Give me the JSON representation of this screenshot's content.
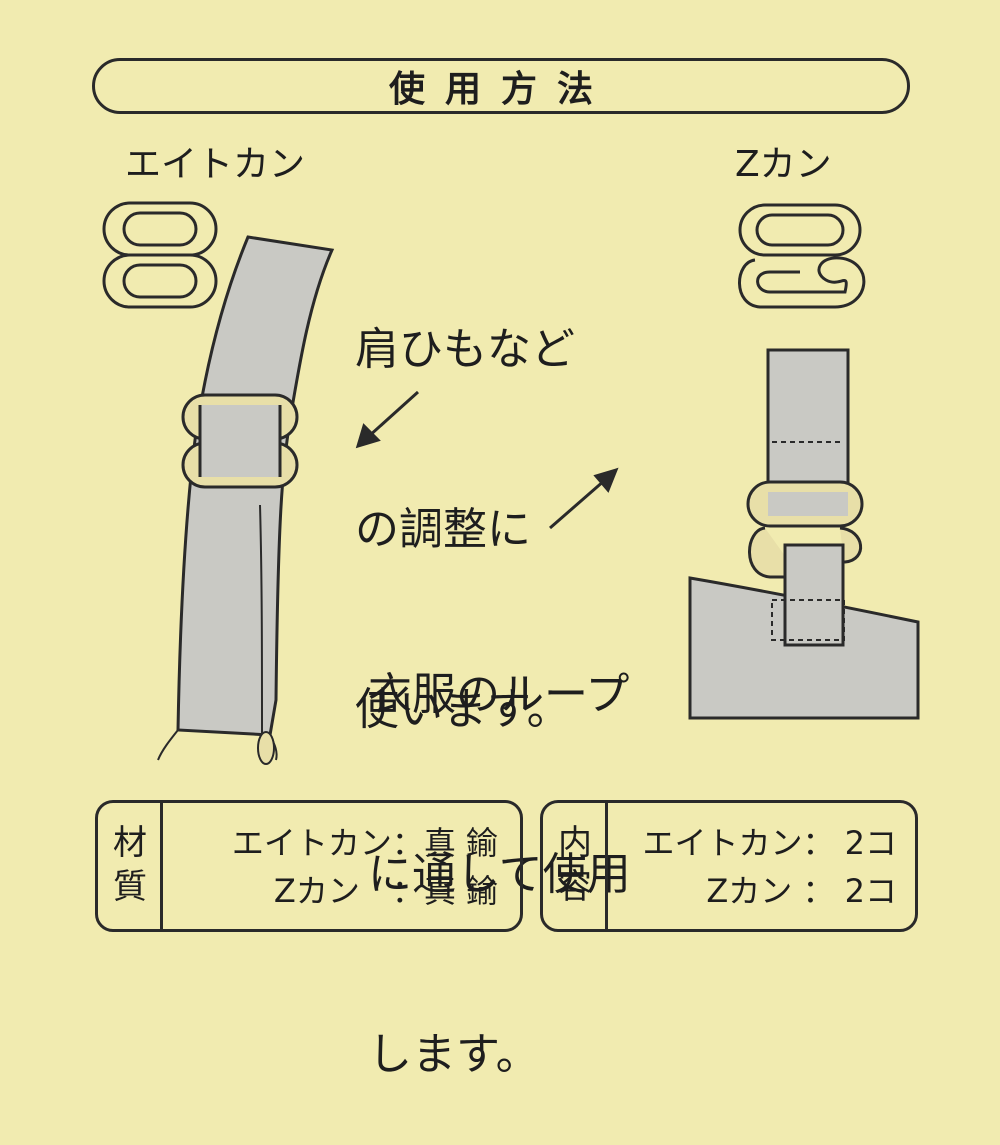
{
  "header": {
    "title": "使用方法"
  },
  "left_section": {
    "label": "エイトカン"
  },
  "right_section": {
    "label": "Zカン"
  },
  "note_top": {
    "lines": [
      "肩ひもなど",
      "の調整に",
      "使います。"
    ]
  },
  "note_bottom": {
    "lines": [
      "衣服のループ",
      "に通して使用",
      "します。"
    ]
  },
  "material": {
    "title": [
      "材",
      "質"
    ],
    "rows": [
      "エイトカン：真 鍮",
      "Zカン　：真 鍮"
    ]
  },
  "contents": {
    "title": [
      "内",
      "容"
    ],
    "rows": [
      "エイトカン：  2コ",
      "Zカン  ：  2コ"
    ]
  },
  "colors": {
    "background": "#f1ebb0",
    "strap": "#c9c9c4",
    "outline": "#2a2a2a",
    "ring": "#e8dfa8"
  }
}
